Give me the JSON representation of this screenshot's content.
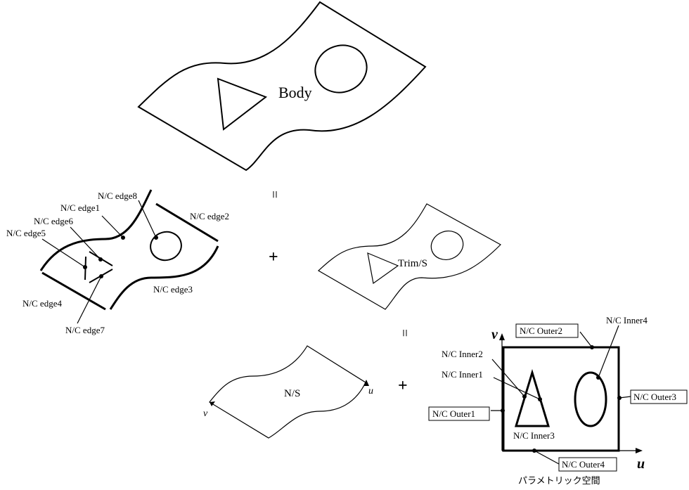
{
  "body": {
    "label": "Body"
  },
  "equals_sign": "=",
  "plus_sign": "+",
  "edges": {
    "edge1": "N/C edge1",
    "edge2": "N/C edge2",
    "edge3": "N/C edge3",
    "edge4": "N/C edge4",
    "edge5": "N/C edge5",
    "edge6": "N/C edge6",
    "edge7": "N/C edge7",
    "edge8": "N/C edge8"
  },
  "trim": {
    "label": "Trim/S"
  },
  "ns": {
    "label": "N/S",
    "u_axis": "u",
    "v_axis": "v"
  },
  "param": {
    "v_axis": "v",
    "u_axis": "u",
    "outer1": "N/C Outer1",
    "outer2": "N/C Outer2",
    "outer3": "N/C Outer3",
    "outer4": "N/C Outer4",
    "inner1": "N/C Inner1",
    "inner2": "N/C Inner2",
    "inner3": "N/C Inner3",
    "inner4": "N/C Inner4",
    "caption": "パラメトリック空間"
  }
}
